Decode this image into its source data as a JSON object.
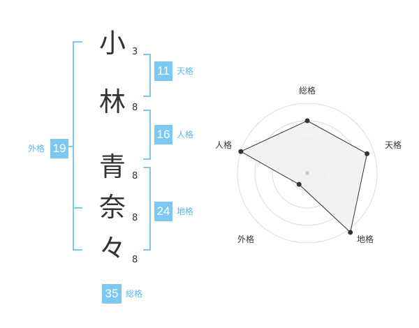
{
  "name": {
    "chars": [
      {
        "char": "小",
        "strokes": "3"
      },
      {
        "char": "林",
        "strokes": "8"
      },
      {
        "char": "青",
        "strokes": "8"
      },
      {
        "char": "奈",
        "strokes": "8"
      },
      {
        "char": "々",
        "strokes": "8"
      }
    ]
  },
  "fortune": {
    "tenkaku": {
      "value": "11",
      "label": "天格"
    },
    "jinkaku": {
      "value": "16",
      "label": "人格"
    },
    "chikaku": {
      "value": "24",
      "label": "地格"
    },
    "gaikaku": {
      "value": "19",
      "label": "外格"
    },
    "soukaku": {
      "value": "35",
      "label": "総格"
    }
  },
  "colors": {
    "accent": "#7dc8f0",
    "bracket": "#7dc8f0",
    "label": "#5bb8e8",
    "text": "#333333"
  },
  "chart_data": {
    "type": "radar",
    "axes": [
      "総格",
      "天格",
      "地格",
      "外格",
      "人格"
    ],
    "values": [
      0.75,
      0.9,
      1.05,
      0.2,
      1.0
    ],
    "rings": 4,
    "grid": true
  }
}
